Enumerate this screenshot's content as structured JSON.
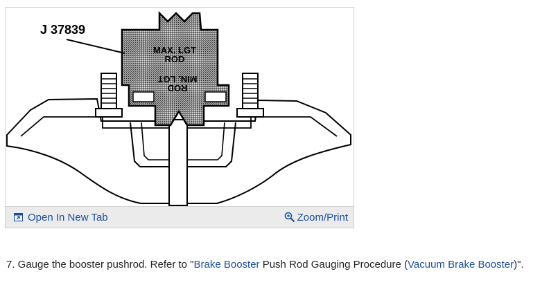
{
  "figure": {
    "tool_label": "J 37839",
    "gauge_text_top": [
      "MAX. LGT",
      "ROD"
    ],
    "gauge_text_bottom": [
      "ROD",
      "MIN. LGT"
    ]
  },
  "toolbar": {
    "open_label": "Open In New Tab",
    "zoom_label": "Zoom/Print",
    "open_icon": "open-new-tab-icon",
    "zoom_icon": "magnifier-icon"
  },
  "step": {
    "text_1": "7. Gauge the booster pushrod. Refer to \"",
    "link_1": "Brake Booster",
    "text_2": " Push Rod Gauging Procedure (",
    "link_2": "Vacuum Brake Booster",
    "text_3": ")\"."
  },
  "colors": {
    "link": "#1a4f9c",
    "text": "#222222",
    "toolbar_bg": "#ebebeb"
  }
}
